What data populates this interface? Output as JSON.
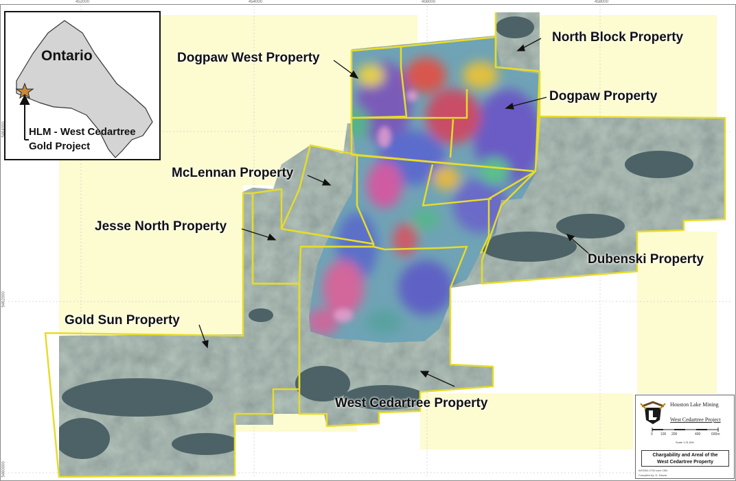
{
  "grid": {
    "eastings": [
      "452000",
      "454000",
      "456000",
      "458000"
    ],
    "northings": [
      "5464000",
      "5462000",
      "5460000"
    ]
  },
  "labels": {
    "north_block": "North Block Property",
    "dogpaw_west": "Dogpaw West Property",
    "dogpaw": "Dogpaw Property",
    "mclennan": "McLennan Property",
    "jesse_north": "Jesse North Property",
    "dubenski": "Dubenski Property",
    "gold_sun": "Gold Sun Property",
    "west_cedartree": "West Cedartree Property"
  },
  "inset": {
    "province": "Ontario",
    "project_line1": "HLM - West Cedartree",
    "project_line2": "Gold Project"
  },
  "title_block": {
    "company": "Houston Lake Mining",
    "project": "West Cedartree Project",
    "scale_labels": [
      "0",
      "100",
      "200",
      "400",
      "600m"
    ],
    "scale_text": "Scale 1:21,000",
    "title_line1": "Chargability and Areal of the",
    "title_line2": "West Cedartree Property",
    "datum": "WGS84 UTM zone 15N",
    "compiled": "Compiled by: D. Dewar"
  },
  "colors": {
    "boundary": "#e6dc2a",
    "highlight": "#fdfbd0",
    "imagery": "#5f7270",
    "water": "#4c6266"
  }
}
